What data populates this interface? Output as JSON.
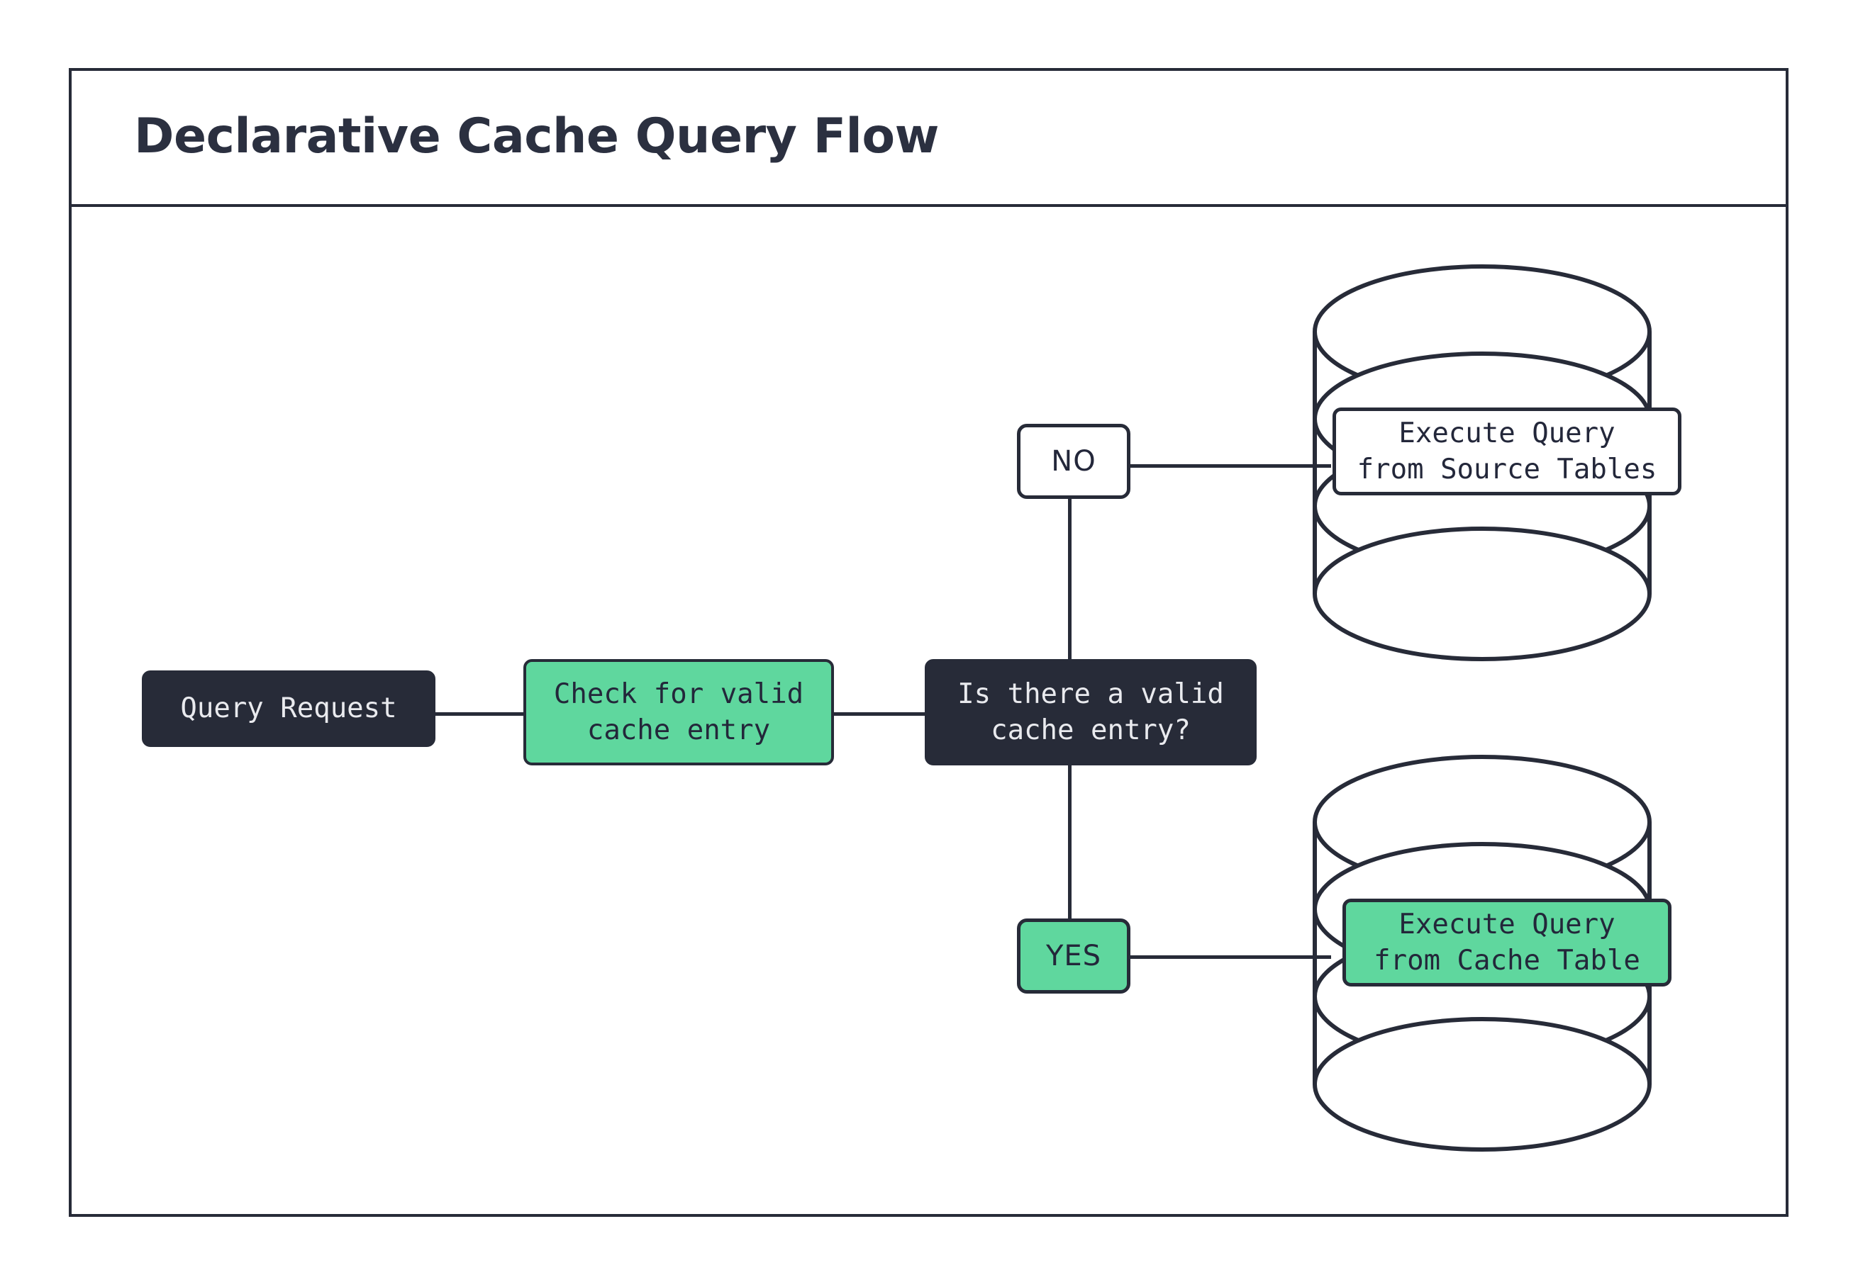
{
  "diagram": {
    "title": "Declarative Cache Query Flow",
    "type": "flowchart",
    "colors": {
      "dark": "#272b38",
      "green": "#5fd79e",
      "white": "#ffffff",
      "title_text": "#2b3040",
      "light_text": "#e9eaee"
    },
    "nodes": {
      "query_request": {
        "label": "Query Request",
        "shape": "rounded-rect",
        "style": "dark"
      },
      "check_cache": {
        "label": "Check for valid\ncache entry",
        "shape": "rounded-rect",
        "style": "green"
      },
      "decision": {
        "label": "Is there a valid\ncache entry?",
        "shape": "rounded-rect",
        "style": "dark"
      },
      "source_tables": {
        "label": "Execute Query\nfrom Source Tables",
        "shape": "database-cylinder",
        "style": "white"
      },
      "cache_table": {
        "label": "Execute Query\nfrom Cache Table",
        "shape": "database-cylinder",
        "style": "green"
      }
    },
    "branches": {
      "no": {
        "label": "NO",
        "style": "white"
      },
      "yes": {
        "label": "YES",
        "style": "green"
      }
    },
    "edges": [
      {
        "from": "query_request",
        "to": "check_cache",
        "label": ""
      },
      {
        "from": "check_cache",
        "to": "decision",
        "label": ""
      },
      {
        "from": "decision",
        "to": "no",
        "label": ""
      },
      {
        "from": "no",
        "to": "source_tables",
        "label": ""
      },
      {
        "from": "decision",
        "to": "yes",
        "label": ""
      },
      {
        "from": "yes",
        "to": "cache_table",
        "label": ""
      }
    ]
  }
}
